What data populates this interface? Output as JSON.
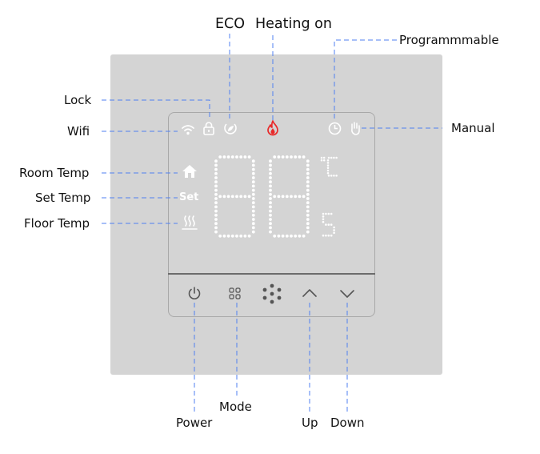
{
  "top_labels": {
    "eco": "ECO",
    "heating_on": "Heating on",
    "programmable": "Programmmable"
  },
  "left_labels": {
    "lock": "Lock",
    "wifi": "Wifi",
    "room_temp": "Room Temp",
    "set_temp": "Set Temp",
    "floor_temp": "Floor Temp"
  },
  "right_labels": {
    "manual": "Manual"
  },
  "bottom_labels": {
    "power": "Power",
    "mode": "Mode",
    "up": "Up",
    "down": "Down"
  },
  "display": {
    "set_text": "Set",
    "digits": "88",
    "unit_c": "°C",
    "small_digit": "5"
  },
  "colors": {
    "leader_line": "#4f7ff0",
    "heating_icon": "#e82a2a",
    "panel": "#d4d4d4",
    "display_icons": "#ffffff",
    "button_icons": "#555555"
  },
  "icons": {
    "lock": "lock-icon",
    "wifi": "wifi-icon",
    "eco": "eco-icon",
    "heating": "flame-icon",
    "programmable": "clock-icon",
    "manual": "hand-icon",
    "room_temp": "home-icon",
    "floor_temp": "floor-heat-icon",
    "power": "power-icon",
    "mode": "mode-grid-icon",
    "fan": "fan-dots-icon",
    "up": "chevron-up-icon",
    "down": "chevron-down-icon"
  }
}
